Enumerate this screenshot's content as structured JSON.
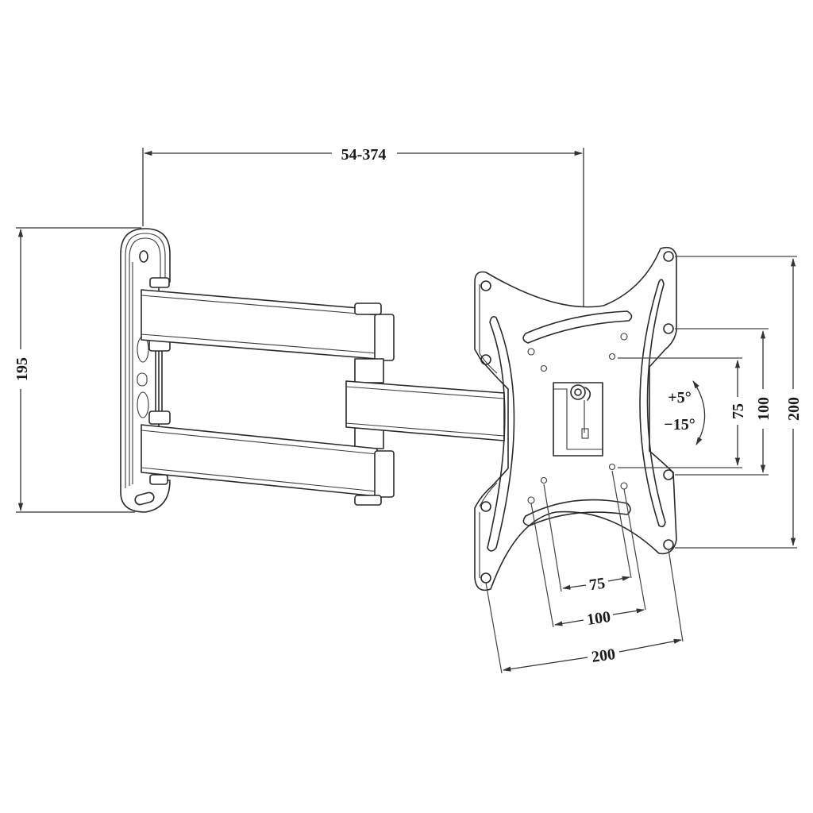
{
  "diagram": {
    "type": "technical-drawing",
    "subject": "full-motion TV wall mount bracket",
    "colors": {
      "line": "#2a2a2a",
      "background": "#ffffff",
      "text": "#1a1a1a"
    },
    "dimensions": {
      "extension": "54-374",
      "wall_plate_height": "195",
      "vesa_horizontal": [
        "75",
        "100",
        "200"
      ],
      "vesa_vertical": [
        "75",
        "100",
        "200"
      ],
      "tilt_up": "+5°",
      "tilt_down": "−15°"
    },
    "parts": {
      "wall_plate": "wall-plate",
      "upper_arm": "upper-arm",
      "lower_arm": "lower-arm",
      "middle_arm": "middle-arm",
      "vesa_plate": "vesa-plate",
      "tilt_knob": "tilt-knob"
    }
  }
}
